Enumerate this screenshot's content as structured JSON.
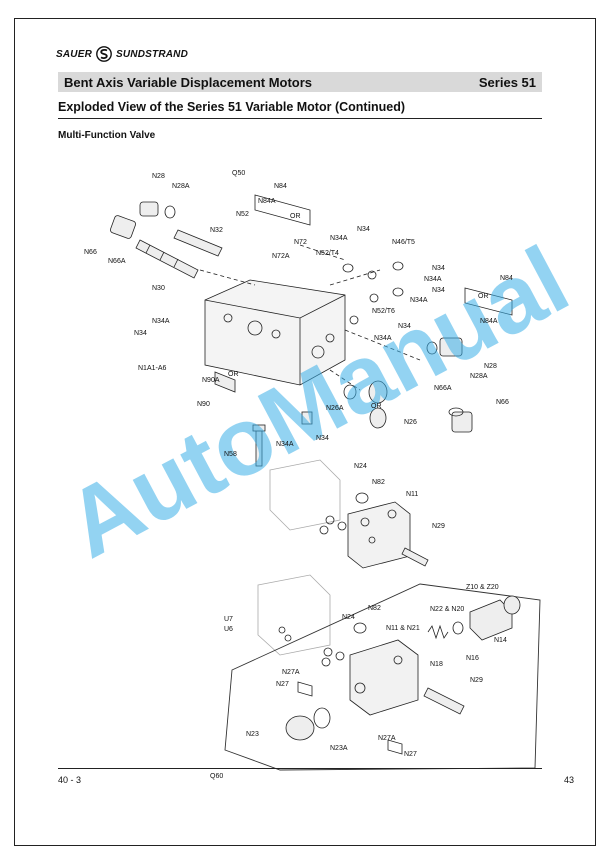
{
  "brand": {
    "left": "SAUER",
    "right": "SUNDSTRAND"
  },
  "header": {
    "title": "Bent Axis Variable Displacement Motors",
    "series": "Series 51"
  },
  "section_title": "Exploded View of the Series 51 Variable Motor (Continued)",
  "subheading": "Multi-Function Valve",
  "watermark": "AutoManual",
  "callouts": {
    "n28": "N28",
    "n28a": "N28A",
    "q50": "Q50",
    "n84": "N84",
    "n84a": "N84A",
    "n52": "N52",
    "or": "OR",
    "n32": "N32",
    "n66": "N66",
    "n66a": "N66A",
    "n30": "N30",
    "n72": "N72",
    "n72a": "N72A",
    "n52t4": "N52/T4",
    "n34": "N34",
    "n34a": "N34A",
    "n46t5": "N46/T5",
    "n52t6": "N52/T6",
    "n1a1a6": "N1A1-A6",
    "n90a": "N90A",
    "n90": "N90",
    "n26a": "N26A",
    "n26": "N26",
    "n58": "N58",
    "n24": "N24",
    "n82": "N82",
    "n11": "N11",
    "n29": "N29",
    "z10z20": "Z10 & Z20",
    "n22n20": "N22 & N20",
    "n11n21": "N11 & N21",
    "u7": "U7",
    "u6": "U6",
    "n14": "N14",
    "n18": "N18",
    "n16": "N16",
    "n27a": "N27A",
    "n27": "N27",
    "n23": "N23",
    "n23a": "N23A",
    "q60": "Q60"
  },
  "footer": {
    "left": "40 - 3",
    "right": "43"
  }
}
